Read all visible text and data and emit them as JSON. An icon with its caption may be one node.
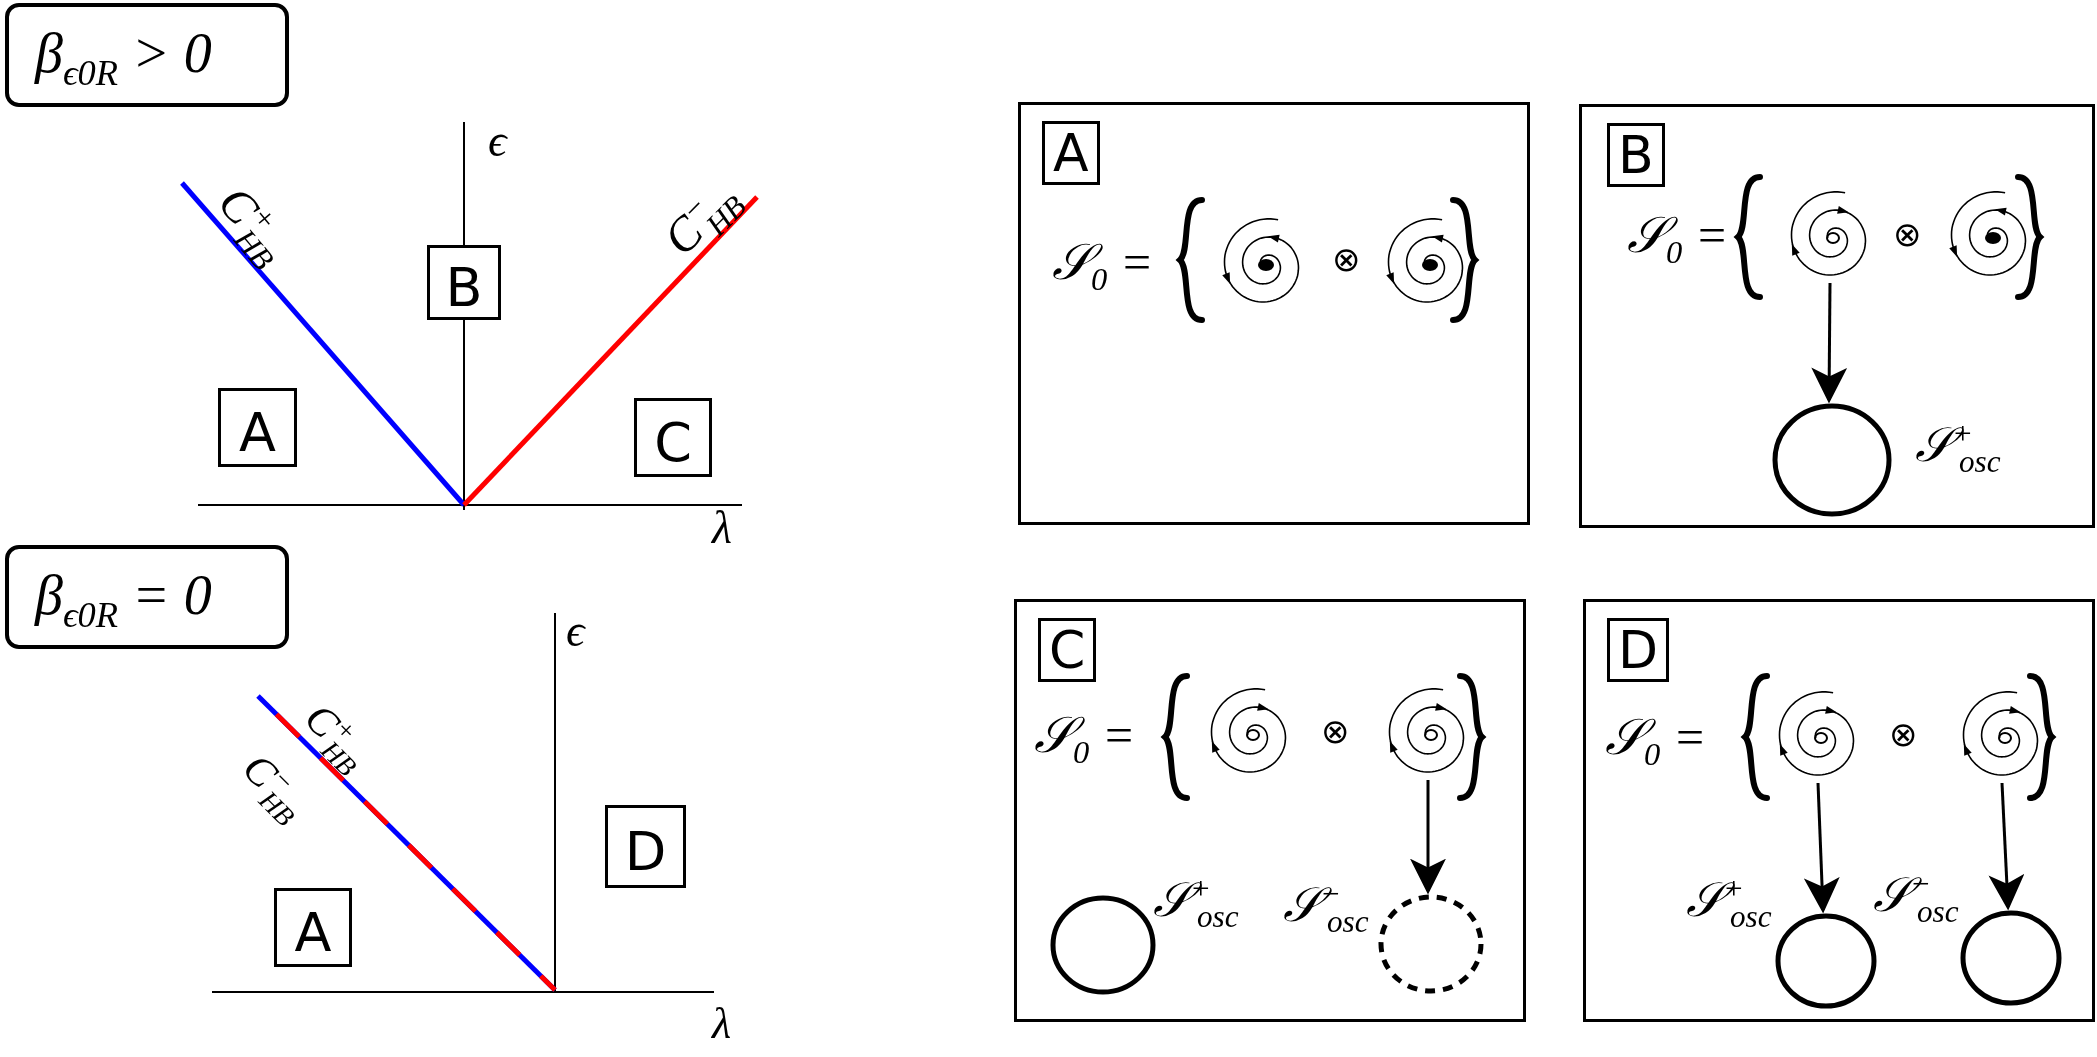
{
  "diagram": {
    "nodes": [
      {
        "text": [
          "β$_{ϵ0R}$ > 0"
        ]
      },
      {
        "text": [
          "A"
        ]
      },
      {
        "text": [
          "B"
        ]
      },
      {
        "text": [
          "C"
        ]
      },
      {
        "text": [
          "β$_{ϵ0R}$ = 0"
        ]
      },
      {
        "text": [
          "A"
        ]
      },
      {
        "text": [
          "D"
        ]
      },
      {
        "text": [
          "A"
        ]
      },
      {
        "text": [],
        "shape": "spiral",
        "in": 7
      },
      {
        "text": [],
        "shape": "spiral",
        "in": 7
      },
      {
        "text": [
          "B"
        ]
      },
      {
        "text": [],
        "shape": "spiral",
        "in": 10
      },
      {
        "text": [],
        "shape": "spiral",
        "in": 10
      },
      {
        "text": [],
        "shape": "circle",
        "in": 10,
        "beside": [
          "𝒮$^{+}$$_{osc}$"
        ]
      },
      {
        "text": [
          "C"
        ]
      },
      {
        "text": [],
        "shape": "spiral",
        "in": 14
      },
      {
        "text": [],
        "shape": "spiral",
        "in": 14
      },
      {
        "text": [],
        "shape": "circle",
        "in": 14,
        "beside": [
          "𝒮$^{+}$$_{osc}$"
        ]
      },
      {
        "text": [],
        "shape": "circle",
        "in": 14,
        "beside": [
          "𝒮$^{−}$$_{osc}$"
        ]
      },
      {
        "text": [
          "D"
        ]
      },
      {
        "text": [],
        "shape": "spiral",
        "in": 19
      },
      {
        "text": [],
        "shape": "spiral",
        "in": 19
      },
      {
        "text": [],
        "shape": "circle",
        "in": 19,
        "beside": [
          "𝒮$^{+}$$_{osc}$"
        ]
      },
      {
        "text": [],
        "shape": "circle",
        "in": 19,
        "beside": [
          "𝒮$^{−}$$_{osc}$"
        ]
      }
    ],
    "edges": [
      {
        "from": 11,
        "to": 13,
        "arrow": "to"
      },
      {
        "from": 16,
        "to": 18,
        "arrow": "to"
      },
      {
        "from": 20,
        "to": 22,
        "arrow": "to"
      },
      {
        "from": 21,
        "to": 23,
        "arrow": "to"
      }
    ],
    "labels": [
      "ϵ",
      "C$^{+}$$_{HB}$",
      "C$^{−}$$_{HB}$",
      "λ",
      "ϵ",
      "C$^{+}$$_{HB}$",
      "C$^{−}$$_{HB}$",
      "λ",
      "𝒮$_{0}$ =",
      "⊗",
      "𝒮$_{0}$ =",
      "⊗",
      "𝒮$_{0}$ =",
      "⊗",
      "𝒮$_{0}$ =",
      "⊗"
    ]
  }
}
